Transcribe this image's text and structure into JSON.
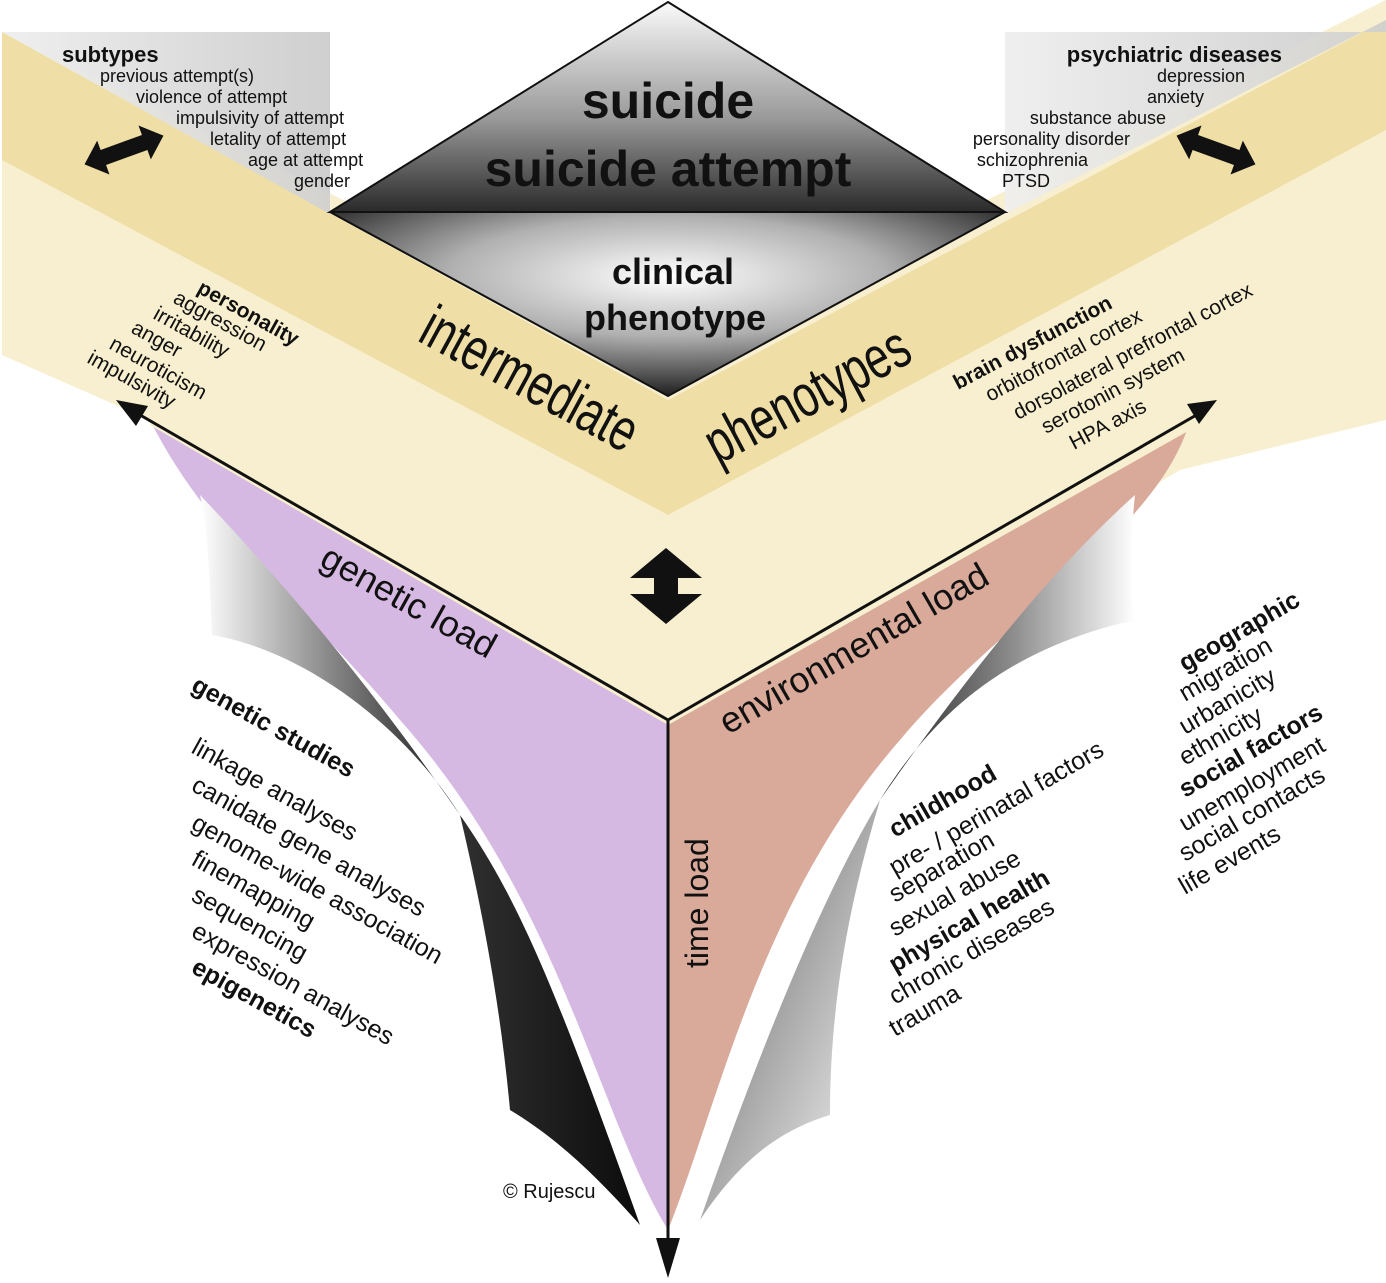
{
  "colors": {
    "cream": "#f7efcf",
    "band": "#efdfa6",
    "purple": "#d6b9e3",
    "salmon": "#d9a99a",
    "grey_panel": "#e4e4e4",
    "dark": "#111111"
  },
  "top": {
    "title_line1": "suicide",
    "title_line2": "suicide attempt",
    "clinical_line1": "clinical",
    "clinical_line2": "phenotype"
  },
  "subtypes": {
    "heading": "subtypes",
    "items": [
      "previous attempt(s)",
      "violence of attempt",
      "impulsivity of attempt",
      "letality of attempt",
      "age at attempt",
      "gender"
    ]
  },
  "psychiatric": {
    "heading": "psychiatric diseases",
    "items": [
      "depression",
      "anxiety",
      "substance abuse",
      "personality disorder",
      "schizophrenia",
      "PTSD"
    ]
  },
  "band": {
    "left_word": "intermediate",
    "right_word": "phenotypes"
  },
  "personality": {
    "heading": "personality",
    "items": [
      "aggression",
      "irritability",
      "anger",
      "neuroticism",
      "impulsivity"
    ]
  },
  "brain": {
    "heading": "brain dysfunction",
    "items": [
      "orbitofrontal cortex",
      "dorsolateral prefrontal cortex",
      "serotonin system",
      "HPA axis"
    ]
  },
  "loads": {
    "genetic": "genetic load",
    "environmental": "environmental load",
    "time": "time load"
  },
  "genetic_studies": {
    "heading": "genetic studies",
    "items": [
      "linkage analyses",
      "canidate gene analyses",
      "genome-wide association",
      "finemapping",
      "sequencing",
      "expression analyses",
      "epigenetics"
    ]
  },
  "childhood": {
    "heading": "childhood",
    "items": [
      "pre- / perinatal factors",
      "separation",
      "sexual abuse"
    ]
  },
  "physical": {
    "heading": "physical health",
    "items": [
      "chronic diseases",
      "trauma"
    ]
  },
  "geographic": {
    "heading": "geographic",
    "items": [
      "migration",
      "urbanicity",
      "ethnicity"
    ]
  },
  "social": {
    "heading": "social factors",
    "items": [
      "unemployment",
      "social contacts",
      "life events"
    ]
  },
  "copyright": "© Rujescu"
}
